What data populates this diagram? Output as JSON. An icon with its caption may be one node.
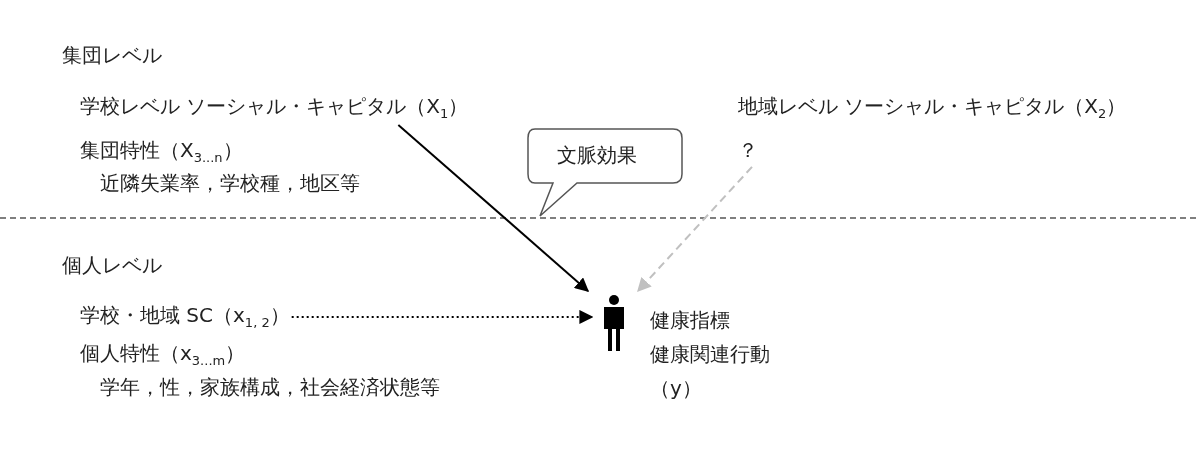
{
  "diagram": {
    "nodes": [
      {
        "text": [
          "学校レベル ソーシャル・キャピタル（X$_{1}$）"
        ]
      },
      {
        "text": [
          "地域レベル ソーシャル・キャピタル（X$_{2}$）",
          "？"
        ]
      },
      {
        "text": [
          "学校・地域 SC（x$_{1, 2}$）"
        ]
      },
      {
        "text": [],
        "shape": "person",
        "beside": [
          "健康指標",
          "健康関連行動",
          "（y）"
        ]
      },
      {
        "text": [
          "文脈効果"
        ]
      }
    ],
    "edges": [
      {
        "from": 0,
        "to": 3,
        "arrow": "to"
      },
      {
        "from": 1,
        "to": 3,
        "arrow": "to",
        "style": "dashed",
        "color": "#c0c0c0"
      },
      {
        "from": 2,
        "to": 3,
        "arrow": "to",
        "style": "dashed"
      }
    ],
    "labels": [
      "集団レベル",
      "集団特性（X$_{3...n}$）",
      "近隣失業率，学校種，地区等",
      "個人レベル",
      "個人特性（x$_{3...m}$）",
      "学年，性，家族構成，社会経済状態等"
    ]
  }
}
